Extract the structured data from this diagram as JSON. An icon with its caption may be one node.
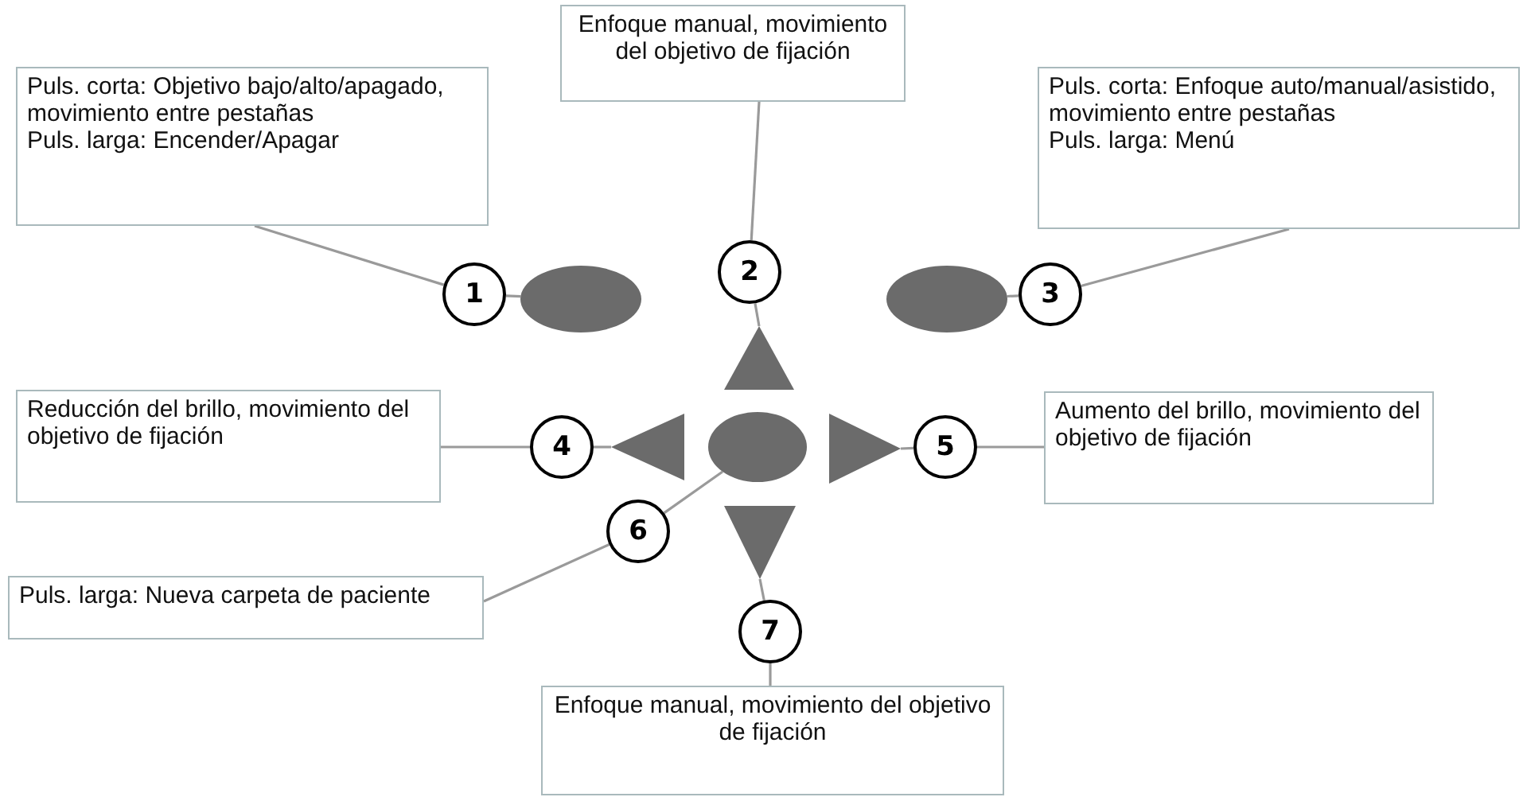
{
  "diagram": {
    "nodes": [
      {
        "text": [
          "Puls. corta: Objetivo bajo/alto/apagado, movimiento entre pestañas",
          "Puls. larga: Encender/Apagar"
        ]
      },
      {
        "text": [
          "Enfoque manual, movimiento del objetivo de fijación"
        ]
      },
      {
        "text": [
          "Puls. corta: Enfoque auto/manual/asistido, movimiento entre pestañas",
          "Puls. larga: Menú"
        ]
      },
      {
        "text": [
          "Reducción del brillo, movimiento del objetivo de fijación"
        ]
      },
      {
        "text": [
          "Aumento del brillo, movimiento del objetivo de fijación"
        ]
      },
      {
        "text": [
          "Puls. larga: Nueva carpeta de paciente"
        ]
      },
      {
        "text": [
          "Enfoque manual, movimiento del objetivo de fijación"
        ]
      },
      {
        "text": [
          "1"
        ]
      },
      {
        "text": [
          "2"
        ]
      },
      {
        "text": [
          "3"
        ]
      },
      {
        "text": [
          "4"
        ]
      },
      {
        "text": [
          "5"
        ]
      },
      {
        "text": [
          "6"
        ]
      },
      {
        "text": [
          "7"
        ]
      },
      {
        "text": [],
        "shape": "ellipse"
      },
      {
        "text": [],
        "shape": "triangle"
      },
      {
        "text": [],
        "shape": "ellipse"
      },
      {
        "text": [],
        "shape": "triangle"
      },
      {
        "text": [],
        "shape": "ellipse"
      },
      {
        "text": [],
        "shape": "triangle"
      },
      {
        "text": [],
        "shape": "triangle"
      }
    ],
    "edges": [
      {
        "from": 0,
        "to": 7,
        "arrow": "none"
      },
      {
        "from": 7,
        "to": 14,
        "arrow": "none"
      },
      {
        "from": 1,
        "to": 8,
        "arrow": "none"
      },
      {
        "from": 8,
        "to": 15,
        "arrow": "none"
      },
      {
        "from": 2,
        "to": 9,
        "arrow": "none"
      },
      {
        "from": 9,
        "to": 16,
        "arrow": "none"
      },
      {
        "from": 3,
        "to": 10,
        "arrow": "none"
      },
      {
        "from": 10,
        "to": 17,
        "arrow": "none"
      },
      {
        "from": 4,
        "to": 11,
        "arrow": "none"
      },
      {
        "from": 11,
        "to": 19,
        "arrow": "none"
      },
      {
        "from": 5,
        "to": 12,
        "arrow": "none"
      },
      {
        "from": 12,
        "to": 18,
        "arrow": "none"
      },
      {
        "from": 6,
        "to": 13,
        "arrow": "none"
      },
      {
        "from": 13,
        "to": 20,
        "arrow": "none"
      }
    ]
  }
}
